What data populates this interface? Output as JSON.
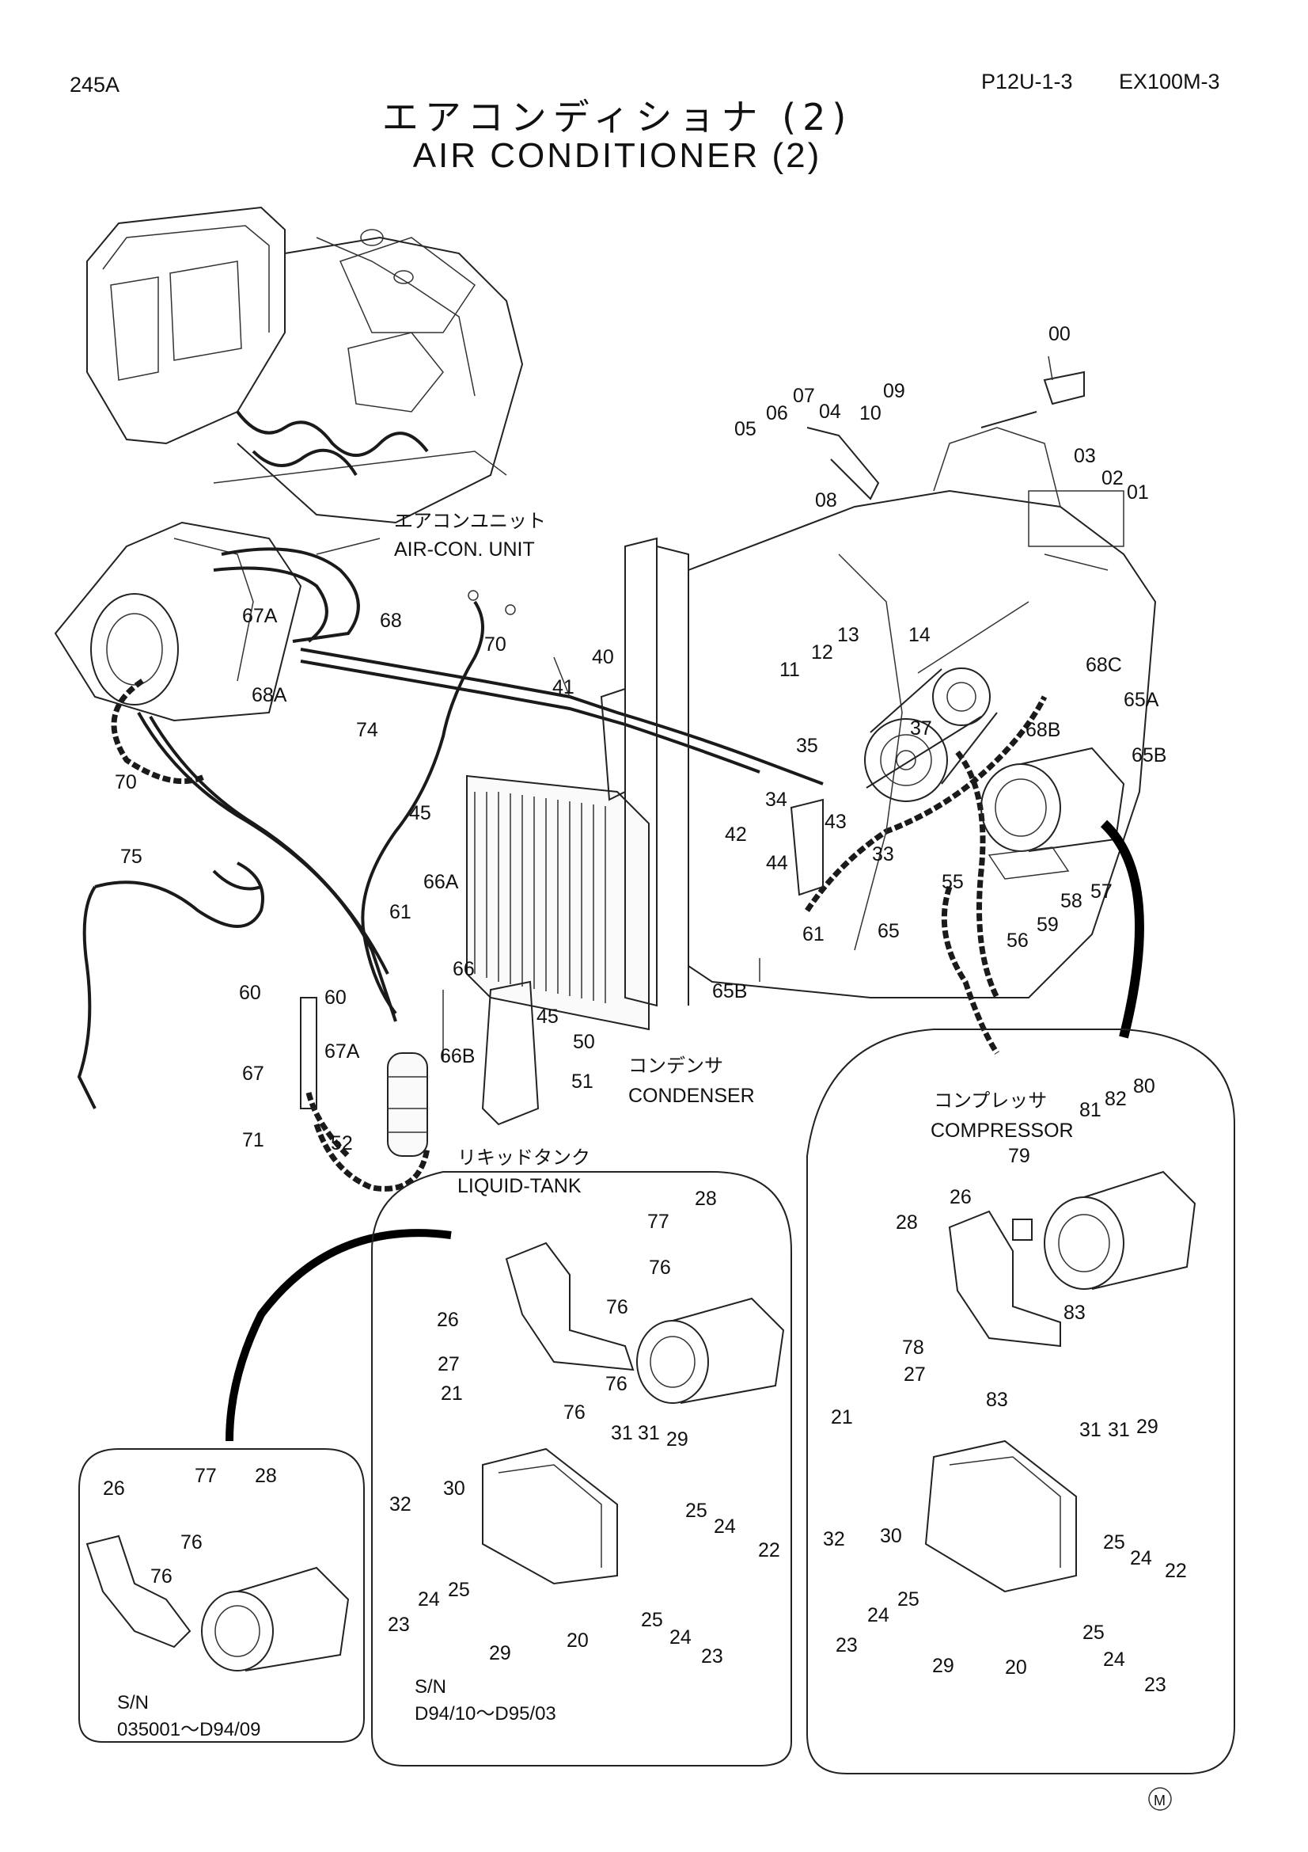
{
  "header": {
    "page_code": "245A",
    "page_ref": "P12U-1-3",
    "model": "EX100M-3",
    "title_jp": "エアコンディショナ (2)",
    "title_en": "AIR CONDITIONER (2)"
  },
  "callouts": {
    "air_con_unit_jp": "エアコンユニット",
    "air_con_unit_en": "AIR-CON. UNIT",
    "condenser_jp": "コンデンサ",
    "condenser_en": "CONDENSER",
    "liquid_tank_jp": "リキッドタンク",
    "liquid_tank_en": "LIQUID-TANK",
    "compressor_jp": "コンプレッサ",
    "compressor_en": "COMPRESSOR"
  },
  "serial_notes": {
    "left_sn": "S/N",
    "left_range": "035001～D94/09",
    "middle_sn": "S/N",
    "middle_range": "D94/10～D95/03"
  },
  "mark": "M",
  "part_labels": [
    "00",
    "01",
    "02",
    "03",
    "04",
    "05",
    "06",
    "07",
    "08",
    "09",
    "10",
    "11",
    "12",
    "13",
    "14",
    "20",
    "21",
    "22",
    "23",
    "24",
    "25",
    "26",
    "27",
    "28",
    "29",
    "30",
    "31",
    "32",
    "33",
    "34",
    "35",
    "37",
    "40",
    "41",
    "42",
    "43",
    "44",
    "45",
    "50",
    "51",
    "52",
    "55",
    "56",
    "57",
    "58",
    "59",
    "60",
    "61",
    "65",
    "65A",
    "65B",
    "66",
    "66A",
    "66B",
    "67",
    "67A",
    "68",
    "68A",
    "68B",
    "68C",
    "70",
    "71",
    "74",
    "75",
    "76",
    "77",
    "78",
    "79",
    "80",
    "81",
    "82",
    "83"
  ],
  "colors": {
    "ink": "#1a1a1a",
    "paper": "#ffffff"
  }
}
